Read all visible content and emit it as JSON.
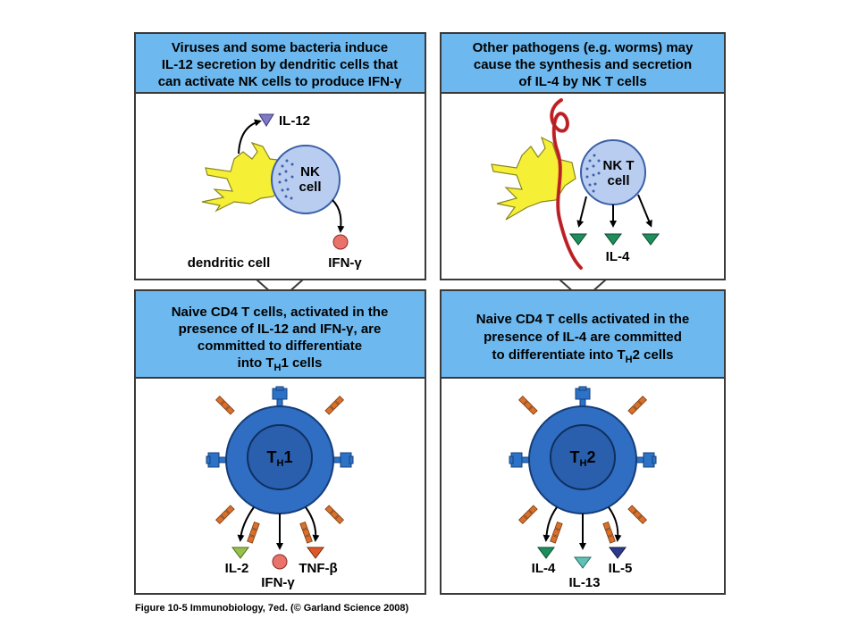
{
  "panels": {
    "top_left": {
      "header": [
        "Viruses and some bacteria induce",
        "IL-12 secretion by dendritic cells that",
        "can activate NK cells to produce IFN-γ"
      ],
      "labels": {
        "il12": "IL-12",
        "nk_cell": [
          "NK",
          "cell"
        ],
        "dendritic_cell": "dendritic cell",
        "ifn_gamma": "IFN-γ"
      }
    },
    "top_right": {
      "header": [
        "Other pathogens (e.g. worms) may",
        "cause the synthesis and secretion",
        "of IL-4 by NK T cells"
      ],
      "labels": {
        "nkt_cell": [
          "NK T",
          "cell"
        ],
        "il4": "IL-4"
      }
    },
    "bottom_left": {
      "header": [
        "Naive CD4 T cells, activated in the",
        "presence of IL-12 and IFN-γ, are",
        "committed to differentiate",
        "into T"
      ],
      "header_sub": "H",
      "header_tail": "1 cells",
      "cell": {
        "main": "T",
        "sub": "H",
        "num": "1"
      },
      "outputs": [
        "IL-2",
        "IFN-γ",
        "TNF-β"
      ]
    },
    "bottom_right": {
      "header": [
        "Naive CD4 T cells activated in the",
        "presence of IL-4 are committed",
        "to differentiate into T"
      ],
      "header_sub": "H",
      "header_tail": "2 cells",
      "cell": {
        "main": "T",
        "sub": "H",
        "num": "2"
      },
      "outputs": [
        "IL-4",
        "IL-13",
        "IL-5"
      ]
    }
  },
  "caption": "Figure 10-5 Immunobiology, 7ed. (© Garland Science 2008)",
  "colors": {
    "header_blue": "#6cb8ef",
    "border": "#3a3a3a",
    "dendritic": "#f5ef36",
    "nk_fill": "#b9cdf0",
    "nk_stroke": "#3b5fa8",
    "th_outer": "#2f6ec2",
    "th_inner": "#2a5fad",
    "receptor_orange": "#d9702a",
    "receptor_blue": "#2c72c8",
    "il12": "#7f79c6",
    "ifn_gamma": "#e9726a",
    "il4": "#1e8f5c",
    "il2": "#96c24a",
    "tnf_beta": "#e0572a",
    "il13": "#5fc2b5",
    "il5": "#2d3a8c",
    "worm": "#c8262a"
  },
  "icons": [
    "dendritic-cell",
    "nk-cell",
    "nkt-cell",
    "th1-cell",
    "th2-cell",
    "worm",
    "cytokine-triangle",
    "cytokine-circle",
    "down-arrow"
  ]
}
